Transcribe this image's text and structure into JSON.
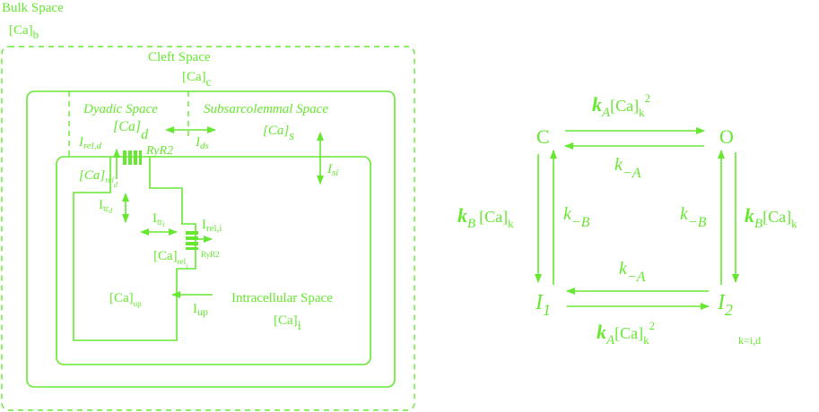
{
  "color": "#66e830",
  "compartments": {
    "bulk": {
      "label": "Bulk Space",
      "conc": "[Ca]",
      "sub": "b"
    },
    "cleft": {
      "label": "Cleft Space",
      "conc": "[Ca]",
      "sub": "c"
    },
    "dyadic": {
      "label": "Dyadic Space",
      "conc": "[Ca]",
      "sub": "d"
    },
    "subsarcolemmal": {
      "label": "Subsarcolemmal Space",
      "conc": "[Ca]",
      "sub": "s"
    },
    "intracellular": {
      "label": "Intracellular Space",
      "conc": "[Ca]",
      "sub": "i"
    },
    "rel_d": {
      "conc": "[Ca]",
      "sub": "rel",
      "subsub": "d"
    },
    "rel_i": {
      "conc": "[Ca]",
      "sub": "rel",
      "subsub": "i"
    },
    "up": {
      "conc": "[Ca]",
      "sub": "up"
    }
  },
  "fluxes": {
    "irel_d": {
      "I": "I",
      "sub": "rel,d"
    },
    "ids": {
      "I": "I",
      "sub": "ds"
    },
    "isi": {
      "I": "I",
      "sub": "si"
    },
    "itr_d": {
      "I": "I",
      "sub": "tr",
      "subsub": "d"
    },
    "itr_i": {
      "I": "I",
      "sub": "tr",
      "subsub": "i"
    },
    "irel_i": {
      "I": "I",
      "sub": "rel,i"
    },
    "iup": {
      "I": "I",
      "sub": "up"
    }
  },
  "ryr2": {
    "dyadic": "RyR2",
    "intracellular": "RyR2"
  },
  "markov": {
    "states": {
      "C": "C",
      "O": "O",
      "I": "I",
      "I1_sub": "1",
      "I2_sub": "2"
    },
    "kA": "k",
    "kA_sub": "A",
    "kB_sub": "B",
    "kmA_sub": "−A",
    "kmB_sub": "−B",
    "ca": "[Ca]",
    "ca_sub": "k",
    "sq": "2",
    "note": "k=i,d"
  }
}
